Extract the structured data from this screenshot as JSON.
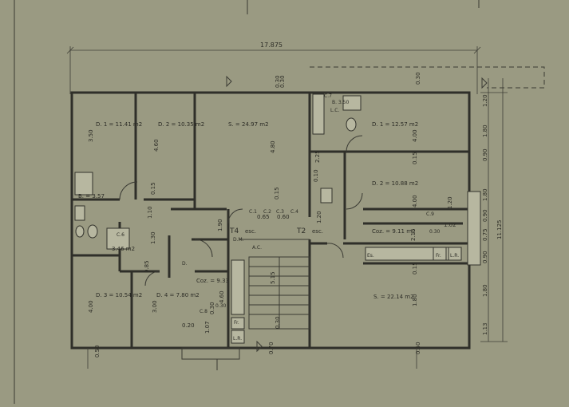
{
  "colors": {
    "paper": "#9a9a82",
    "ink": "#2f2f29"
  },
  "dimensions": {
    "overall_width": "17.875",
    "overall_height": "11.125",
    "right_chain": [
      "1.20",
      "1.80",
      "0.90",
      "1.80",
      "0.90",
      "0.75",
      "0.90",
      "1.80",
      "1.13"
    ],
    "top_marks": [
      "0.30",
      "0.30"
    ],
    "bottom_marks": [
      "0.50",
      "0.70",
      "0.30",
      "0.50"
    ],
    "interior": {
      "d1": "3.50",
      "d2": "4.60",
      "d3": "4.80",
      "d4": "4.00",
      "d5": "3.00",
      "d6": "4.60",
      "d7": "1.90",
      "d8": "2.25",
      "d9": "1.10",
      "d10": "1.30",
      "d11": "0.85",
      "d12": "0.15",
      "d13": "0.10",
      "d14": "4.00",
      "d15": "4.00",
      "d16": "1.80",
      "d17": "2.15",
      "d18": "0.15",
      "d19": "1.02",
      "d20": "1.20",
      "d21": "0.30",
      "d22": "5.15",
      "d23": "0.15",
      "d24": "0.30",
      "d25": "0.15",
      "d26": "1.07",
      "d27": "0.20",
      "d28": "0.65",
      "d29": "0.60",
      "d30": "1.20"
    }
  },
  "rooms": {
    "left_d1": "D. 1 = 11.41 m2",
    "left_d2": "D. 2 = 10.35 m2",
    "left_s": "S. = 24.97 m2",
    "left_d3": "D. 3 = 10.54 m2",
    "left_d4": "D. 4 = 7.80 m2",
    "left_coz": "Coz. = 9.33",
    "left_bath1": "B. = 3.57",
    "left_bath2": "3.46 m2",
    "right_d1": "D. 1 = 12.57 m2",
    "right_d2": "D. 2 = 10.88 m2",
    "right_coz": "Coz. = 9.11 m2",
    "right_s": "S. = 22.14 m2",
    "right_bath": "B. 3.50"
  },
  "labels": {
    "t4": "T4",
    "t4_sub": "esc.",
    "t2": "T2",
    "t2_sub": "esc.",
    "ac": "A.C.",
    "c1": "C.1",
    "c2": "C.2",
    "c3": "C.3",
    "c4": "C.4",
    "c6": "C.6",
    "c7": "C.7",
    "c8": "C.8",
    "c9": "C.9",
    "dr": "D.",
    "es": "Es.",
    "fr": "Fr.",
    "lr": "L.R.",
    "dsm": "D.M.",
    "lo": "L.C.",
    "r1": "0.30",
    "r2": "0.30"
  }
}
